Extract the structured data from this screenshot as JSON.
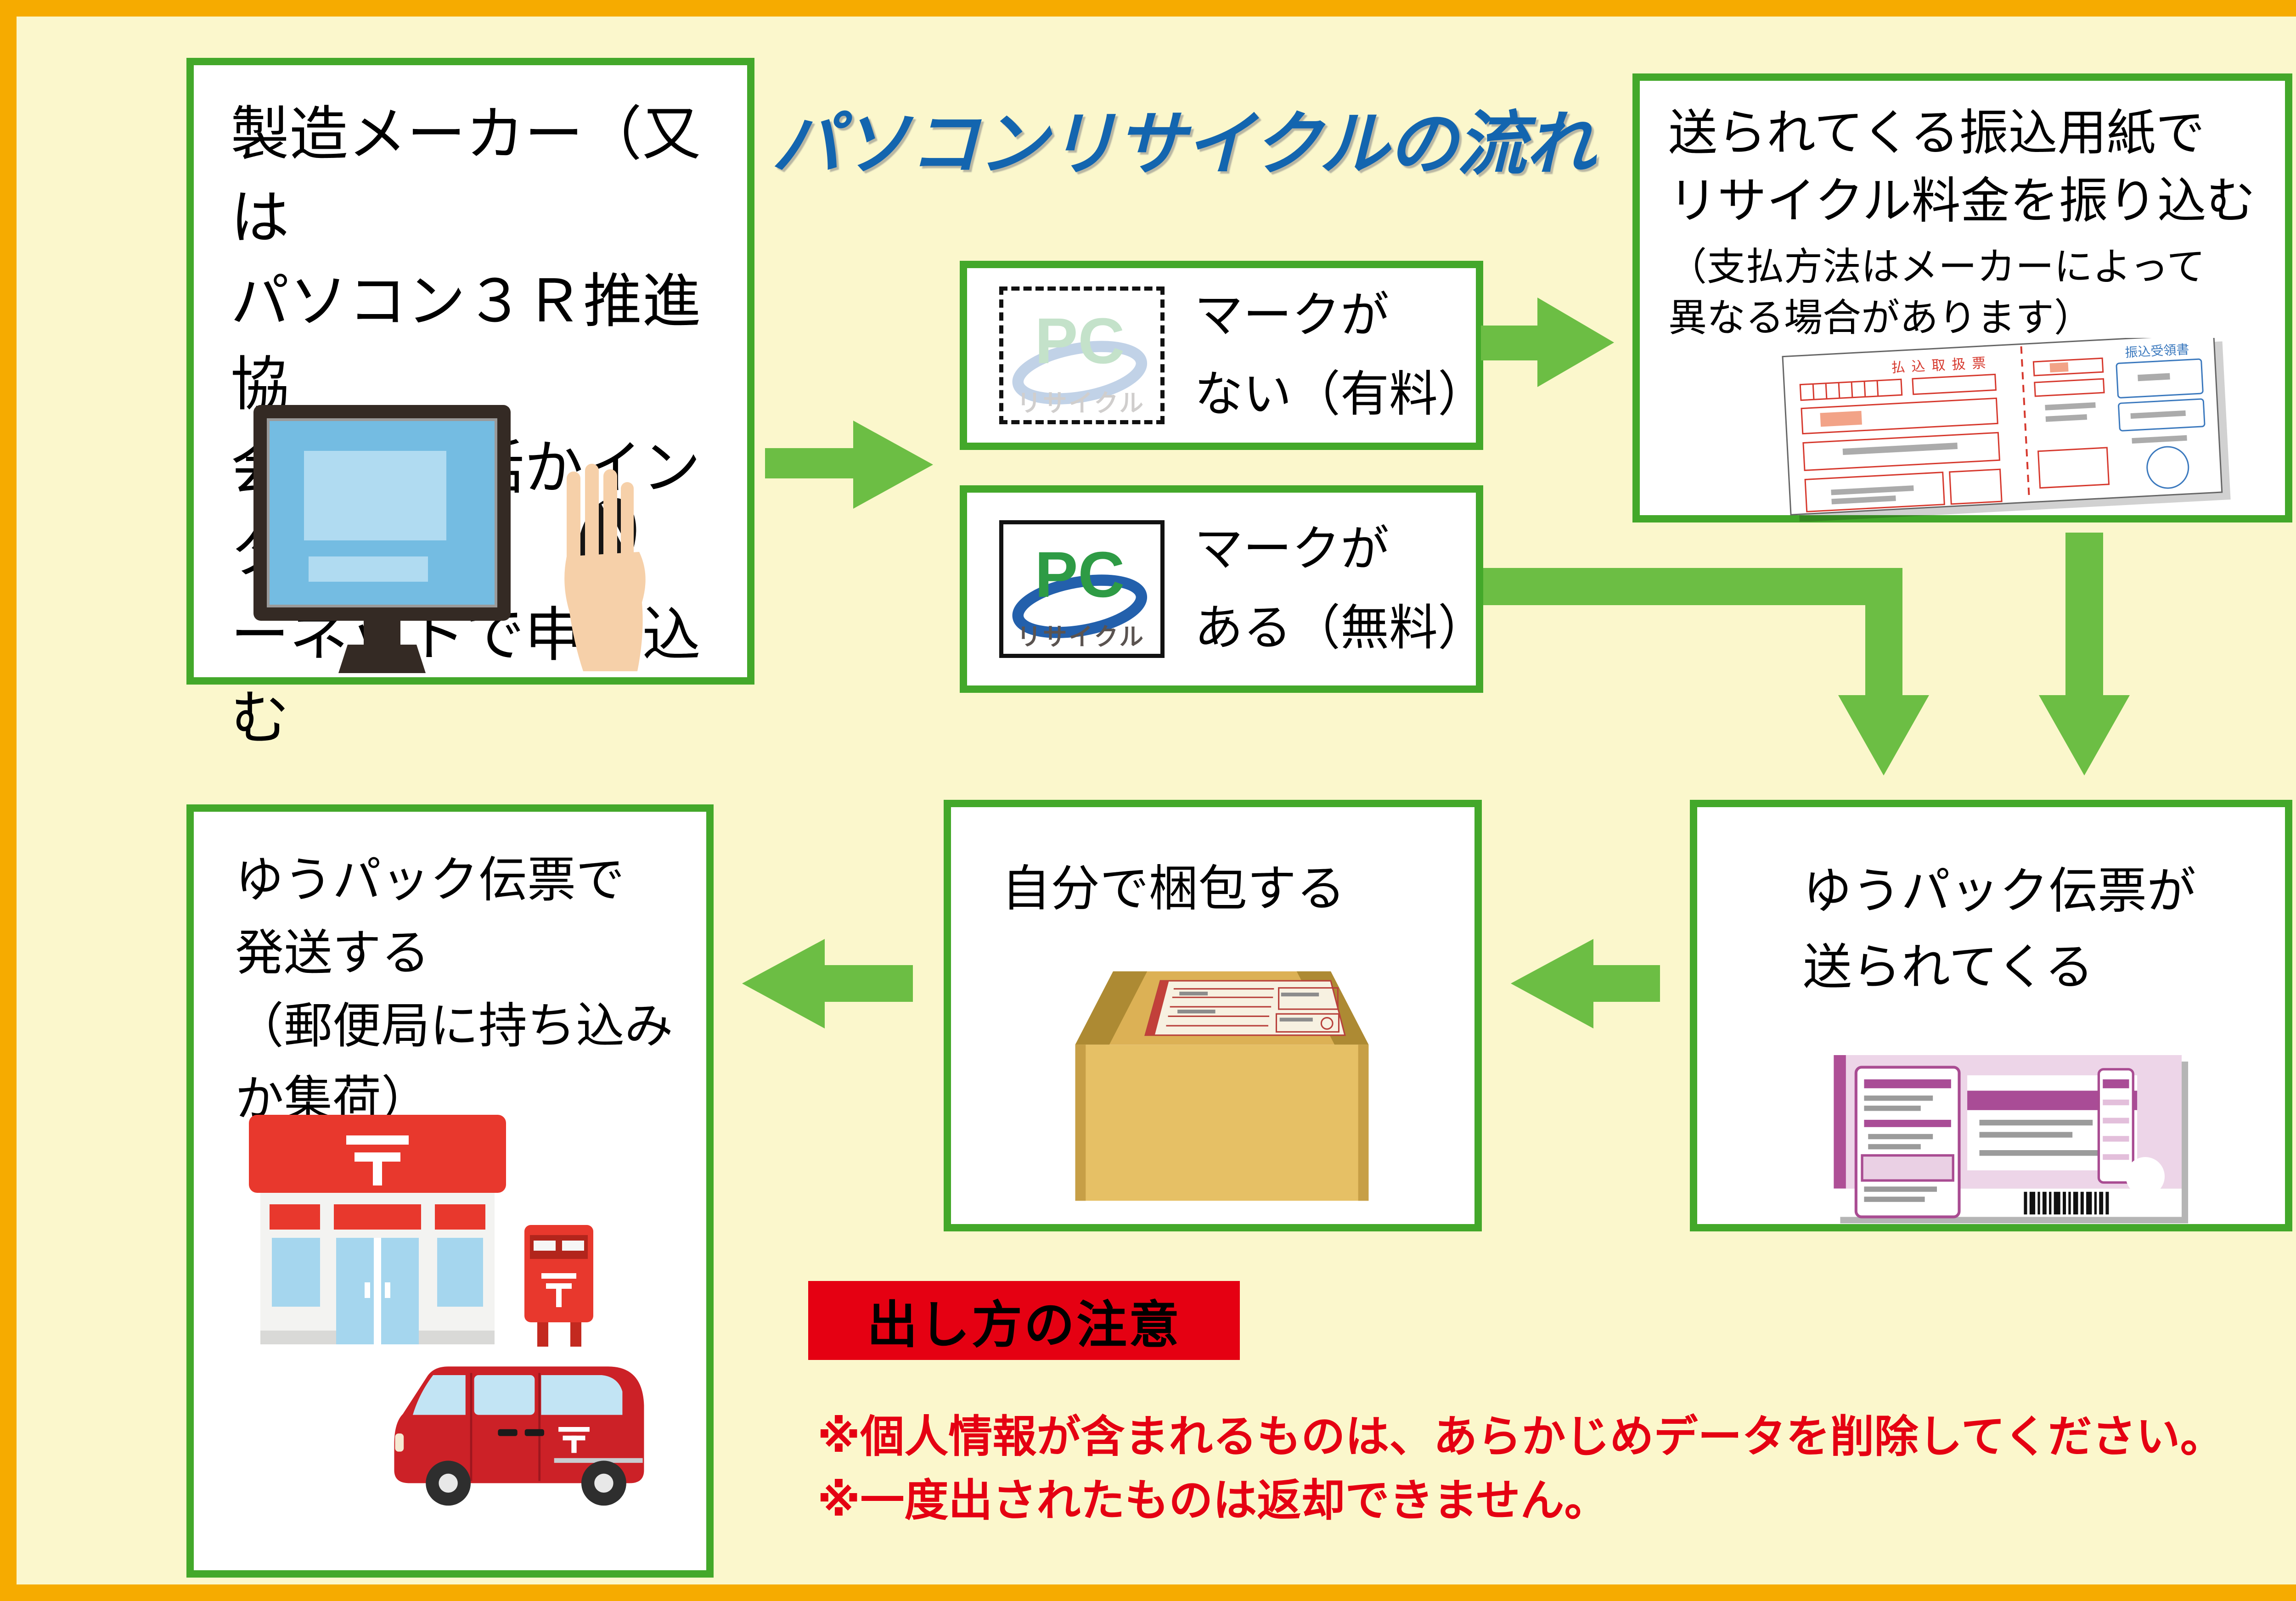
{
  "title": "パソコンリサイクルの流れ",
  "colors": {
    "frame_orange": "#F6AB00",
    "background_yellow": "#FBF7CC",
    "box_border_green": "#43A82A",
    "arrow_green": "#6CBE44",
    "title_blue": "#1365AF",
    "notice_red": "#E50012"
  },
  "logo": {
    "pc": "PC",
    "recycle": "リサイクル"
  },
  "postal_mark": "〒",
  "steps": {
    "apply": {
      "text": "製造メーカー（又は\nパソコン３Ｒ推進協\n会）に電話かインタ\nーネットで申し込む"
    },
    "mark_none": {
      "label": "マークが\nない（有料）"
    },
    "mark_has": {
      "label": "マークが\nある（無料）"
    },
    "pay": {
      "text": "送られてくる振込用紙で\nリサイクル料金を振り込む",
      "note": "（支払方法はメーカーによって\n異なる場合があります）",
      "slip_left_title": "払込取扱票",
      "slip_right_title": "振込受領書"
    },
    "slip": {
      "text": "ゆうパック伝票が\n送られてくる"
    },
    "pack": {
      "text": "自分で梱包する"
    },
    "ship": {
      "text": "ゆうパック伝票で\n発送する\n（郵便局に持ち込み\nか集荷）"
    }
  },
  "notice": {
    "badge": "出し方の注意",
    "warnings": "※個人情報が含まれるものは、あらかじめデータを削除してください。\n※一度出されたものは返却できません。"
  }
}
